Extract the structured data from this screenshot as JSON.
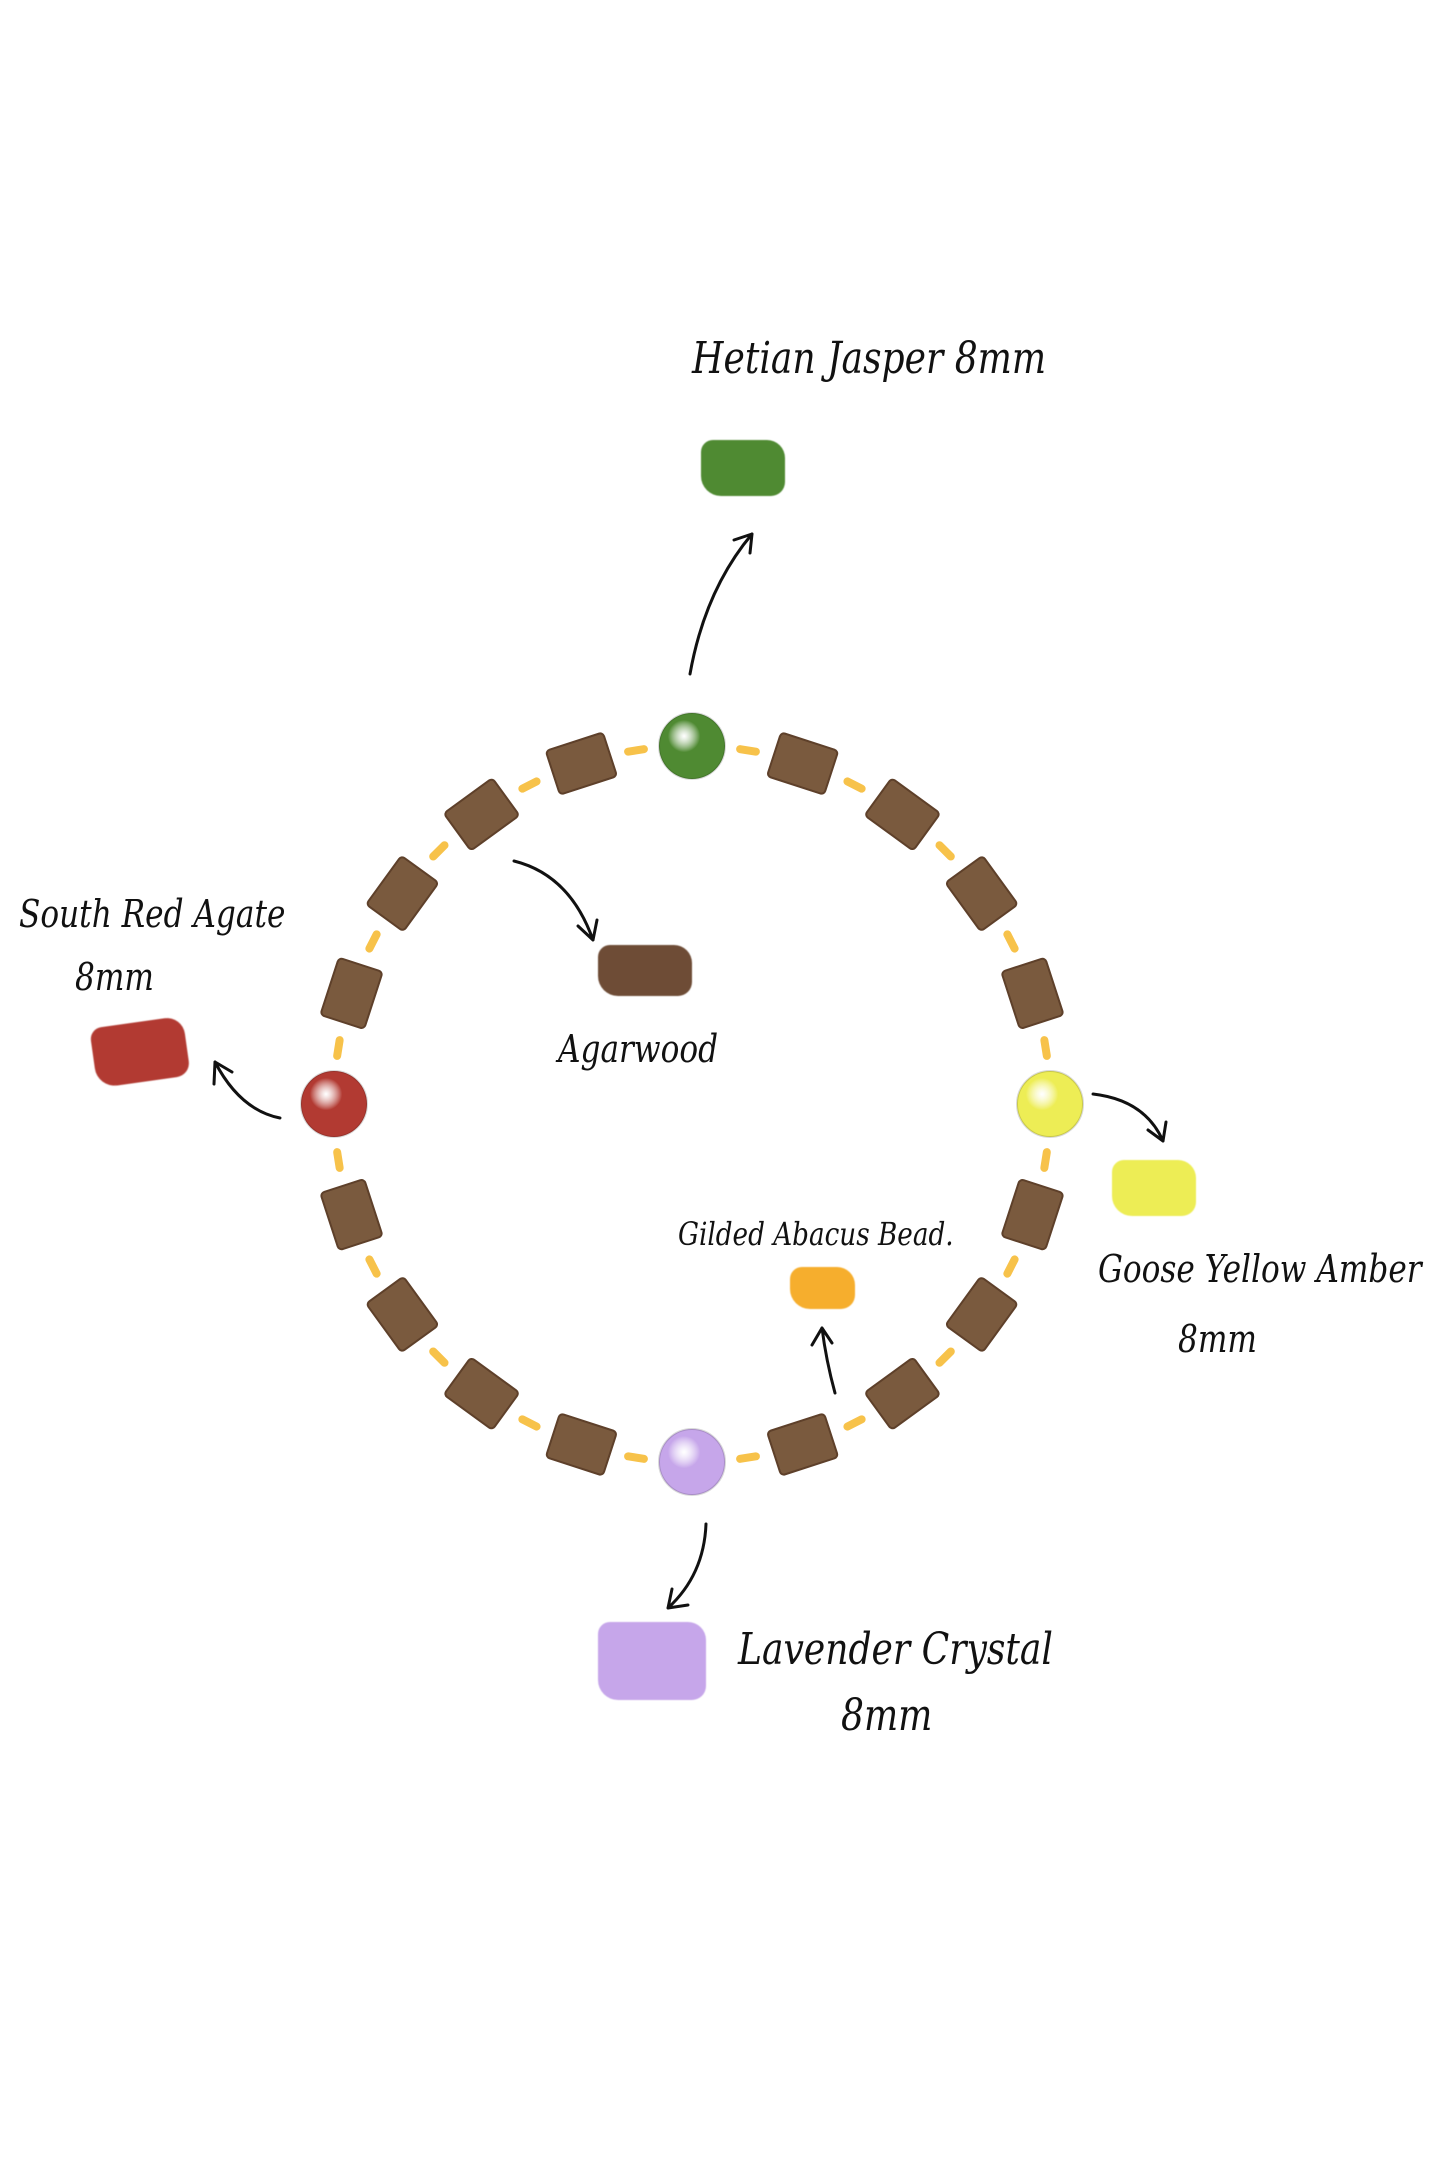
{
  "labels": {
    "hetian": "Hetian Jasper 8mm",
    "south_red": "South Red Agate",
    "south_red_size": "8mm",
    "agarwood": "Agarwood",
    "goose": "Goose Yellow Amber",
    "goose_size": "8mm",
    "gilded": "Gilded Abacus Bead.",
    "lavender": "Lavender Crystal",
    "lavender_size": "8mm"
  },
  "colors": {
    "hetian": "#4f8a32",
    "south_red": "#b23a32",
    "agarwood": "#6e4c36",
    "goose": "#eded55",
    "gilded": "#f6ae2d",
    "lavender": "#c6a6ea",
    "cylinder": "#7a5a3e",
    "spacer": "#f7c24a"
  },
  "bracelet": {
    "gems": [
      "hetian",
      "goose",
      "lavender",
      "south_red"
    ],
    "cylinders_between_gems": 4
  }
}
